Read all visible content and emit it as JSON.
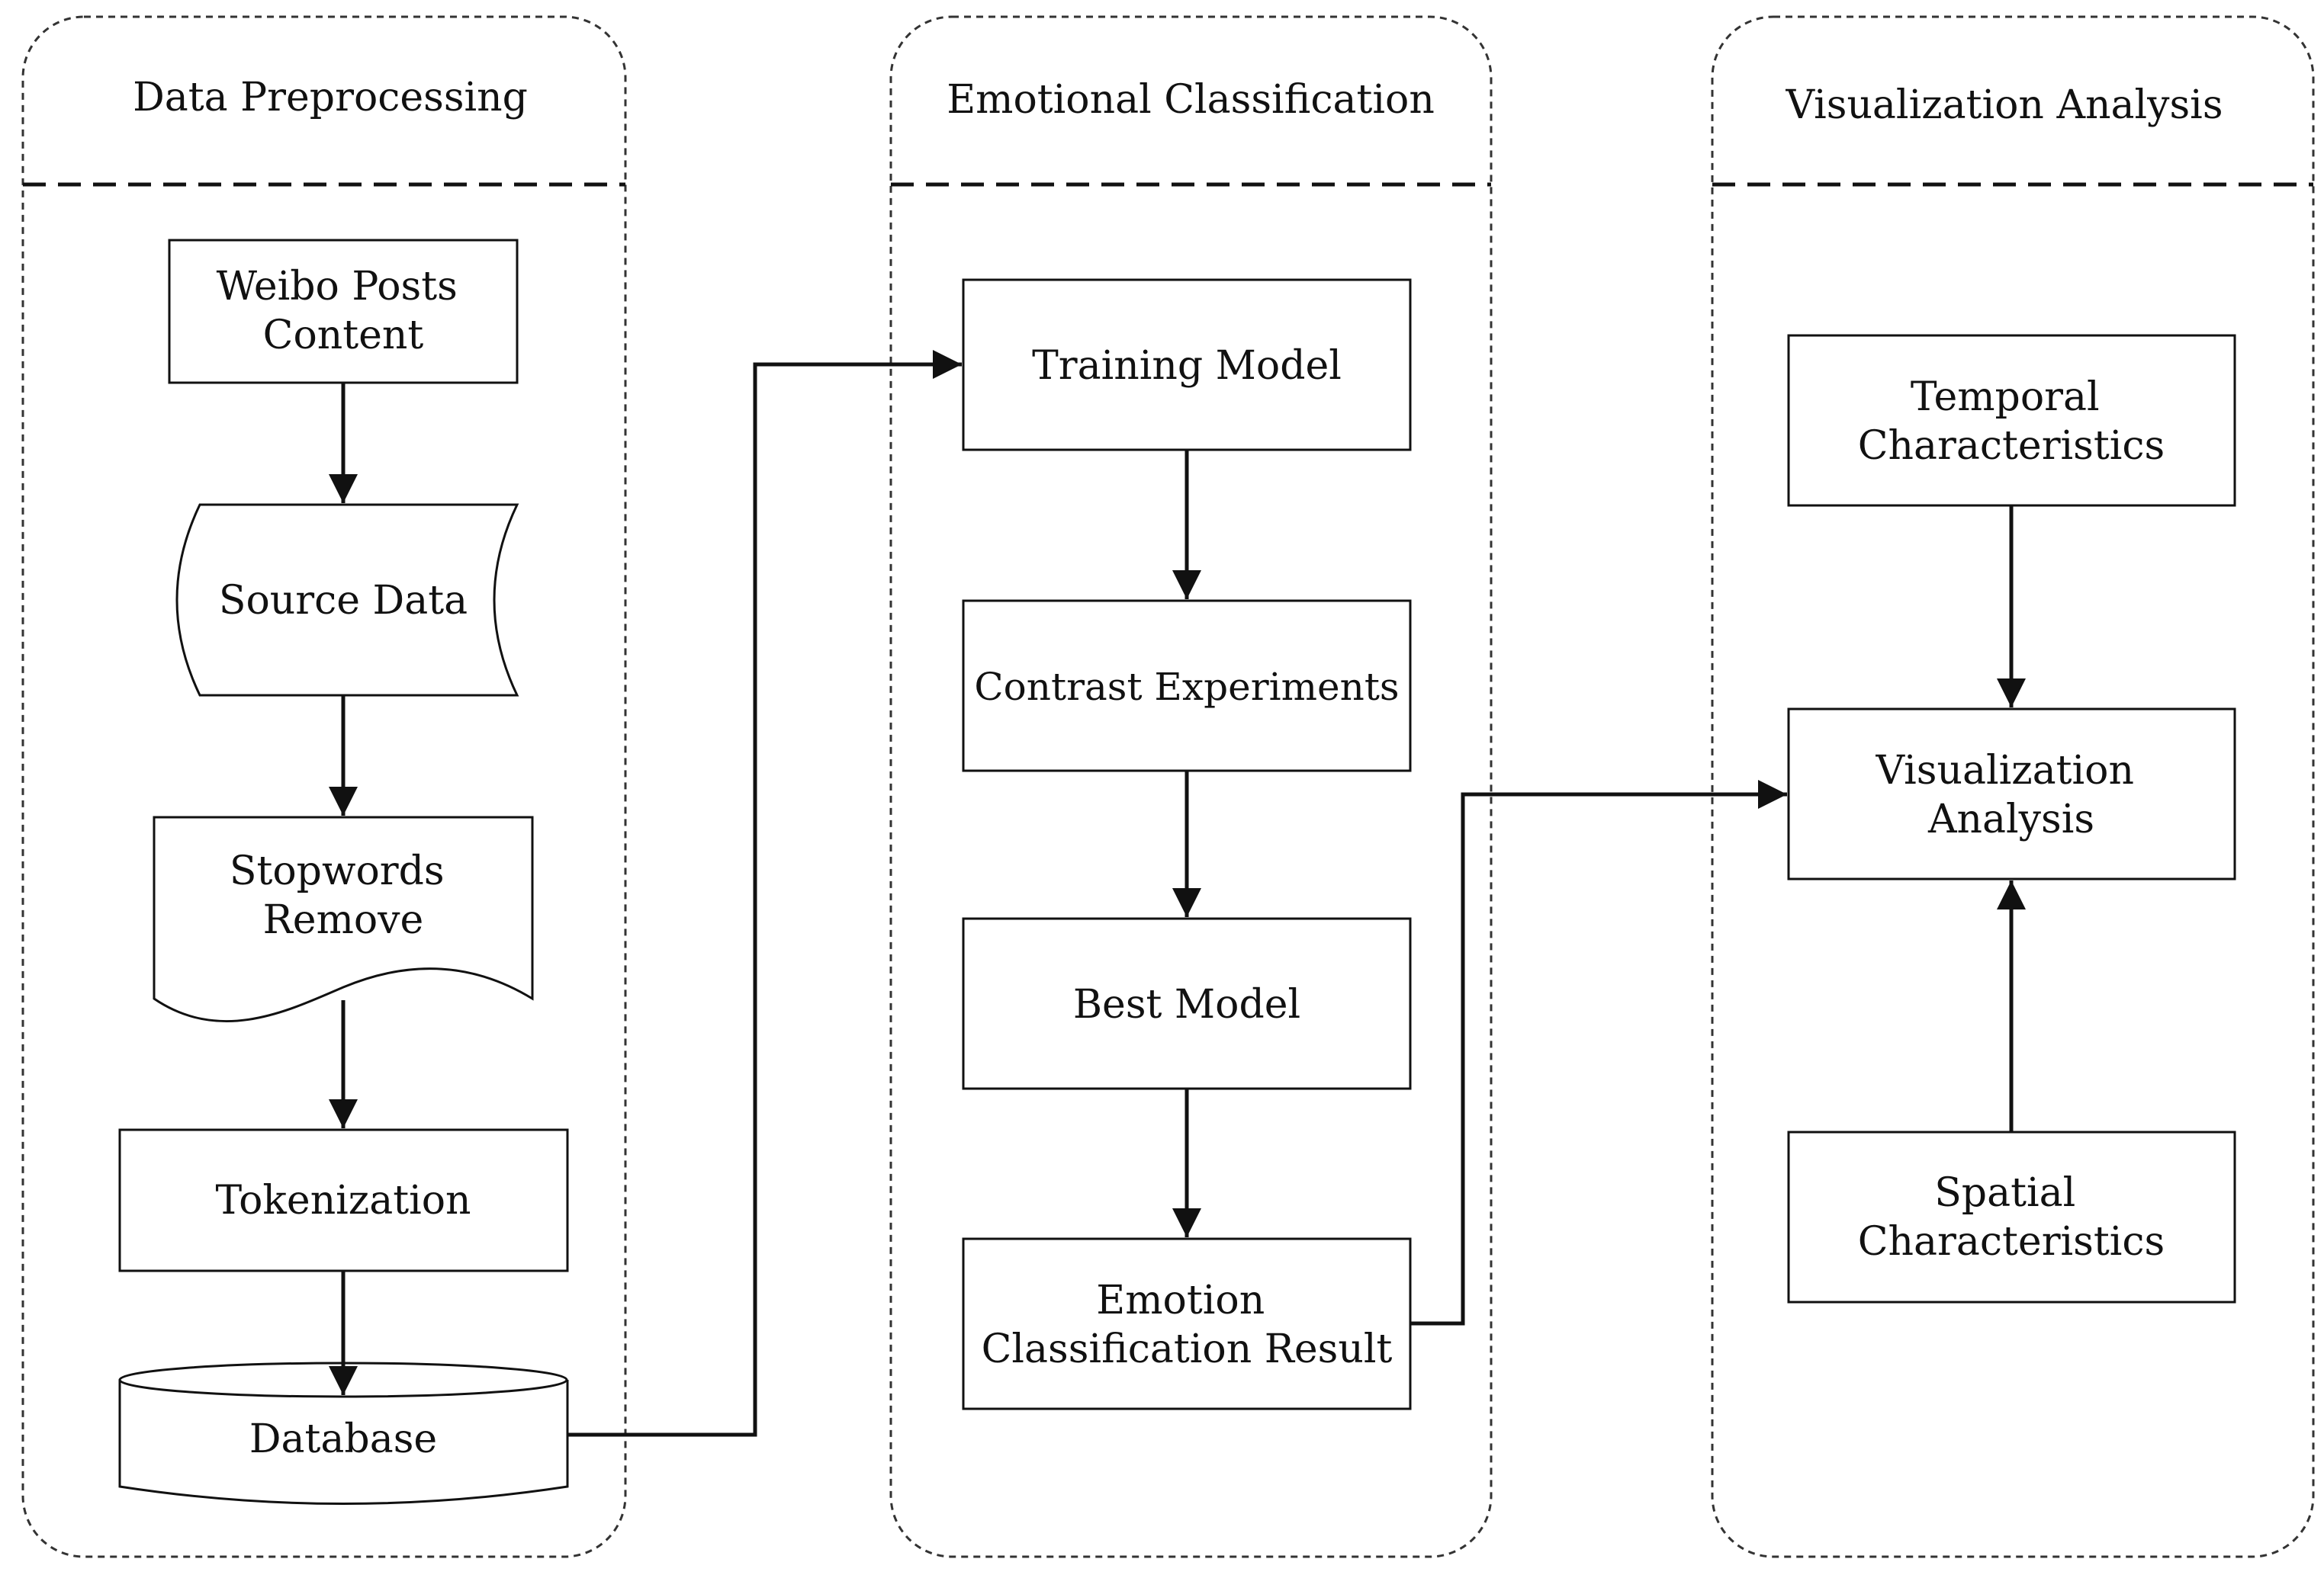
{
  "panels": [
    {
      "title": "Data Preprocessing"
    },
    {
      "title": "Emotional Classification"
    },
    {
      "title": "Visualization Analysis"
    }
  ],
  "nodes": {
    "weibo": [
      "Weibo Posts",
      "Content"
    ],
    "source": [
      "Source Data"
    ],
    "stopwords": [
      "Stopwords",
      "Remove"
    ],
    "token": [
      "Tokenization"
    ],
    "database": [
      "Database"
    ],
    "training": [
      "Training Model"
    ],
    "contrast": [
      "Contrast Experiments"
    ],
    "best": [
      "Best Model"
    ],
    "result": [
      "Emotion",
      "Classification Result"
    ],
    "temporal": [
      "Temporal",
      "Characteristics"
    ],
    "viz": [
      "Visualization",
      "Analysis"
    ],
    "spatial": [
      "Spatial",
      "Characteristics"
    ]
  },
  "colors": {
    "stroke": "#111111",
    "panel_border": "#333333",
    "background": "#ffffff"
  }
}
